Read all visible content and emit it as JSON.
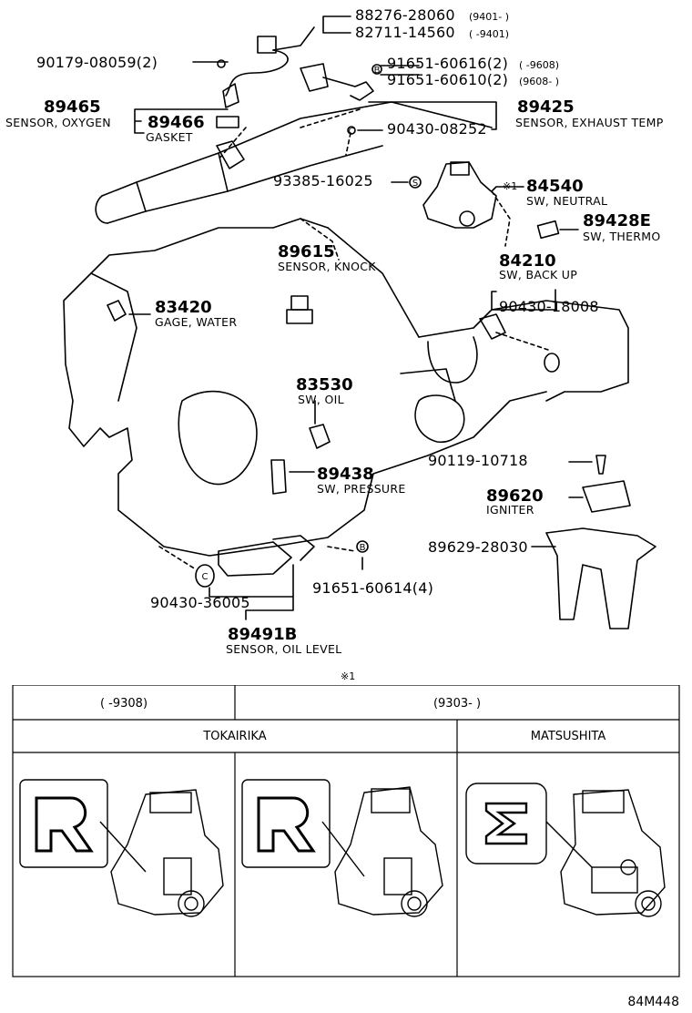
{
  "parts": {
    "p88276": {
      "number": "88276-28060",
      "range": "(9401-      )"
    },
    "p82711": {
      "number": "82711-14560",
      "range": "(      -9401)"
    },
    "p90179": {
      "number": "90179-08059(2)"
    },
    "p91651_616": {
      "number": "91651-60616(2)",
      "range": "(      -9608)"
    },
    "p91651_610": {
      "number": "91651-60610(2)",
      "range": "(9608-      )"
    },
    "p89465": {
      "number": "89465",
      "name": "SENSOR, OXYGEN"
    },
    "p89466": {
      "number": "89466",
      "name": "GASKET"
    },
    "p89425": {
      "number": "89425",
      "name": "SENSOR, EXHAUST TEMP"
    },
    "p90430_08252": {
      "number": "90430-08252"
    },
    "p93385": {
      "number": "93385-16025"
    },
    "p84540": {
      "number": "84540",
      "name": "SW, NEUTRAL",
      "mark": "※1"
    },
    "p89428E": {
      "number": "89428E",
      "name": "SW, THERMO"
    },
    "p84210": {
      "number": "84210",
      "name": "SW, BACK UP"
    },
    "p89615": {
      "number": "89615",
      "name": "SENSOR, KNOCK"
    },
    "p83420": {
      "number": "83420",
      "name": "GAGE, WATER"
    },
    "p90430_18008": {
      "number": "90430-18008"
    },
    "p83530": {
      "number": "83530",
      "name": "SW, OIL"
    },
    "p90119": {
      "number": "90119-10718"
    },
    "p89438": {
      "number": "89438",
      "name": "SW, PRESSURE"
    },
    "p89620": {
      "number": "89620",
      "name": "IGNITER"
    },
    "p89629": {
      "number": "89629-28030"
    },
    "p91651_614": {
      "number": "91651-60614(4)"
    },
    "p90430_36005": {
      "number": "90430-36005"
    },
    "p89491B": {
      "number": "89491B",
      "name": "SENSOR, OIL LEVEL"
    }
  },
  "table": {
    "note_mark": "※1",
    "period_left": "(      -9308)",
    "period_right": "(9303-      )",
    "maker_left": "TOKAIRIKA",
    "maker_right": "MATSUSHITA"
  },
  "footer": {
    "code": "84M448"
  }
}
